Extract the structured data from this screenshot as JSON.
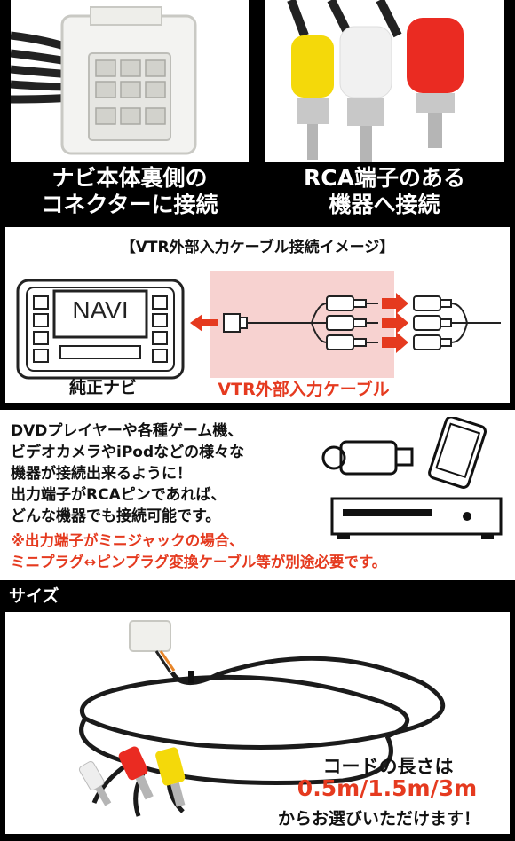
{
  "top": {
    "left_caption": [
      "ナビ本体裏側の",
      "コネクターに接続"
    ],
    "right_caption": [
      "RCA端子のある",
      "機器へ接続"
    ]
  },
  "diagram": {
    "title": "【VTR外部入力ケーブル接続イメージ】",
    "navi_label": "NAVI",
    "navi_caption": "純正ナビ",
    "cable_caption": "VTR外部入力ケーブル",
    "accent": "#e53a1f",
    "highlight": "#f7d2d0"
  },
  "info": {
    "lines": [
      "DVDプレイヤーや各種ゲーム機、",
      "ビデオカメラやiPodなどの様々な",
      "機器が接続出来るように！",
      "出力端子がRCAピンであれば、",
      "どんな機器でも接続可能です。"
    ],
    "notes": [
      "※出力端子がミニジャックの場合、",
      "ミニプラグ↔ピンプラグ変換ケーブル等が別途必要です。"
    ]
  },
  "size": {
    "section_title": "サイズ",
    "length_label": "コードの長さは",
    "lengths": "0.5m/1.5m/3m",
    "choose_text": "からお選びいただけます！"
  }
}
